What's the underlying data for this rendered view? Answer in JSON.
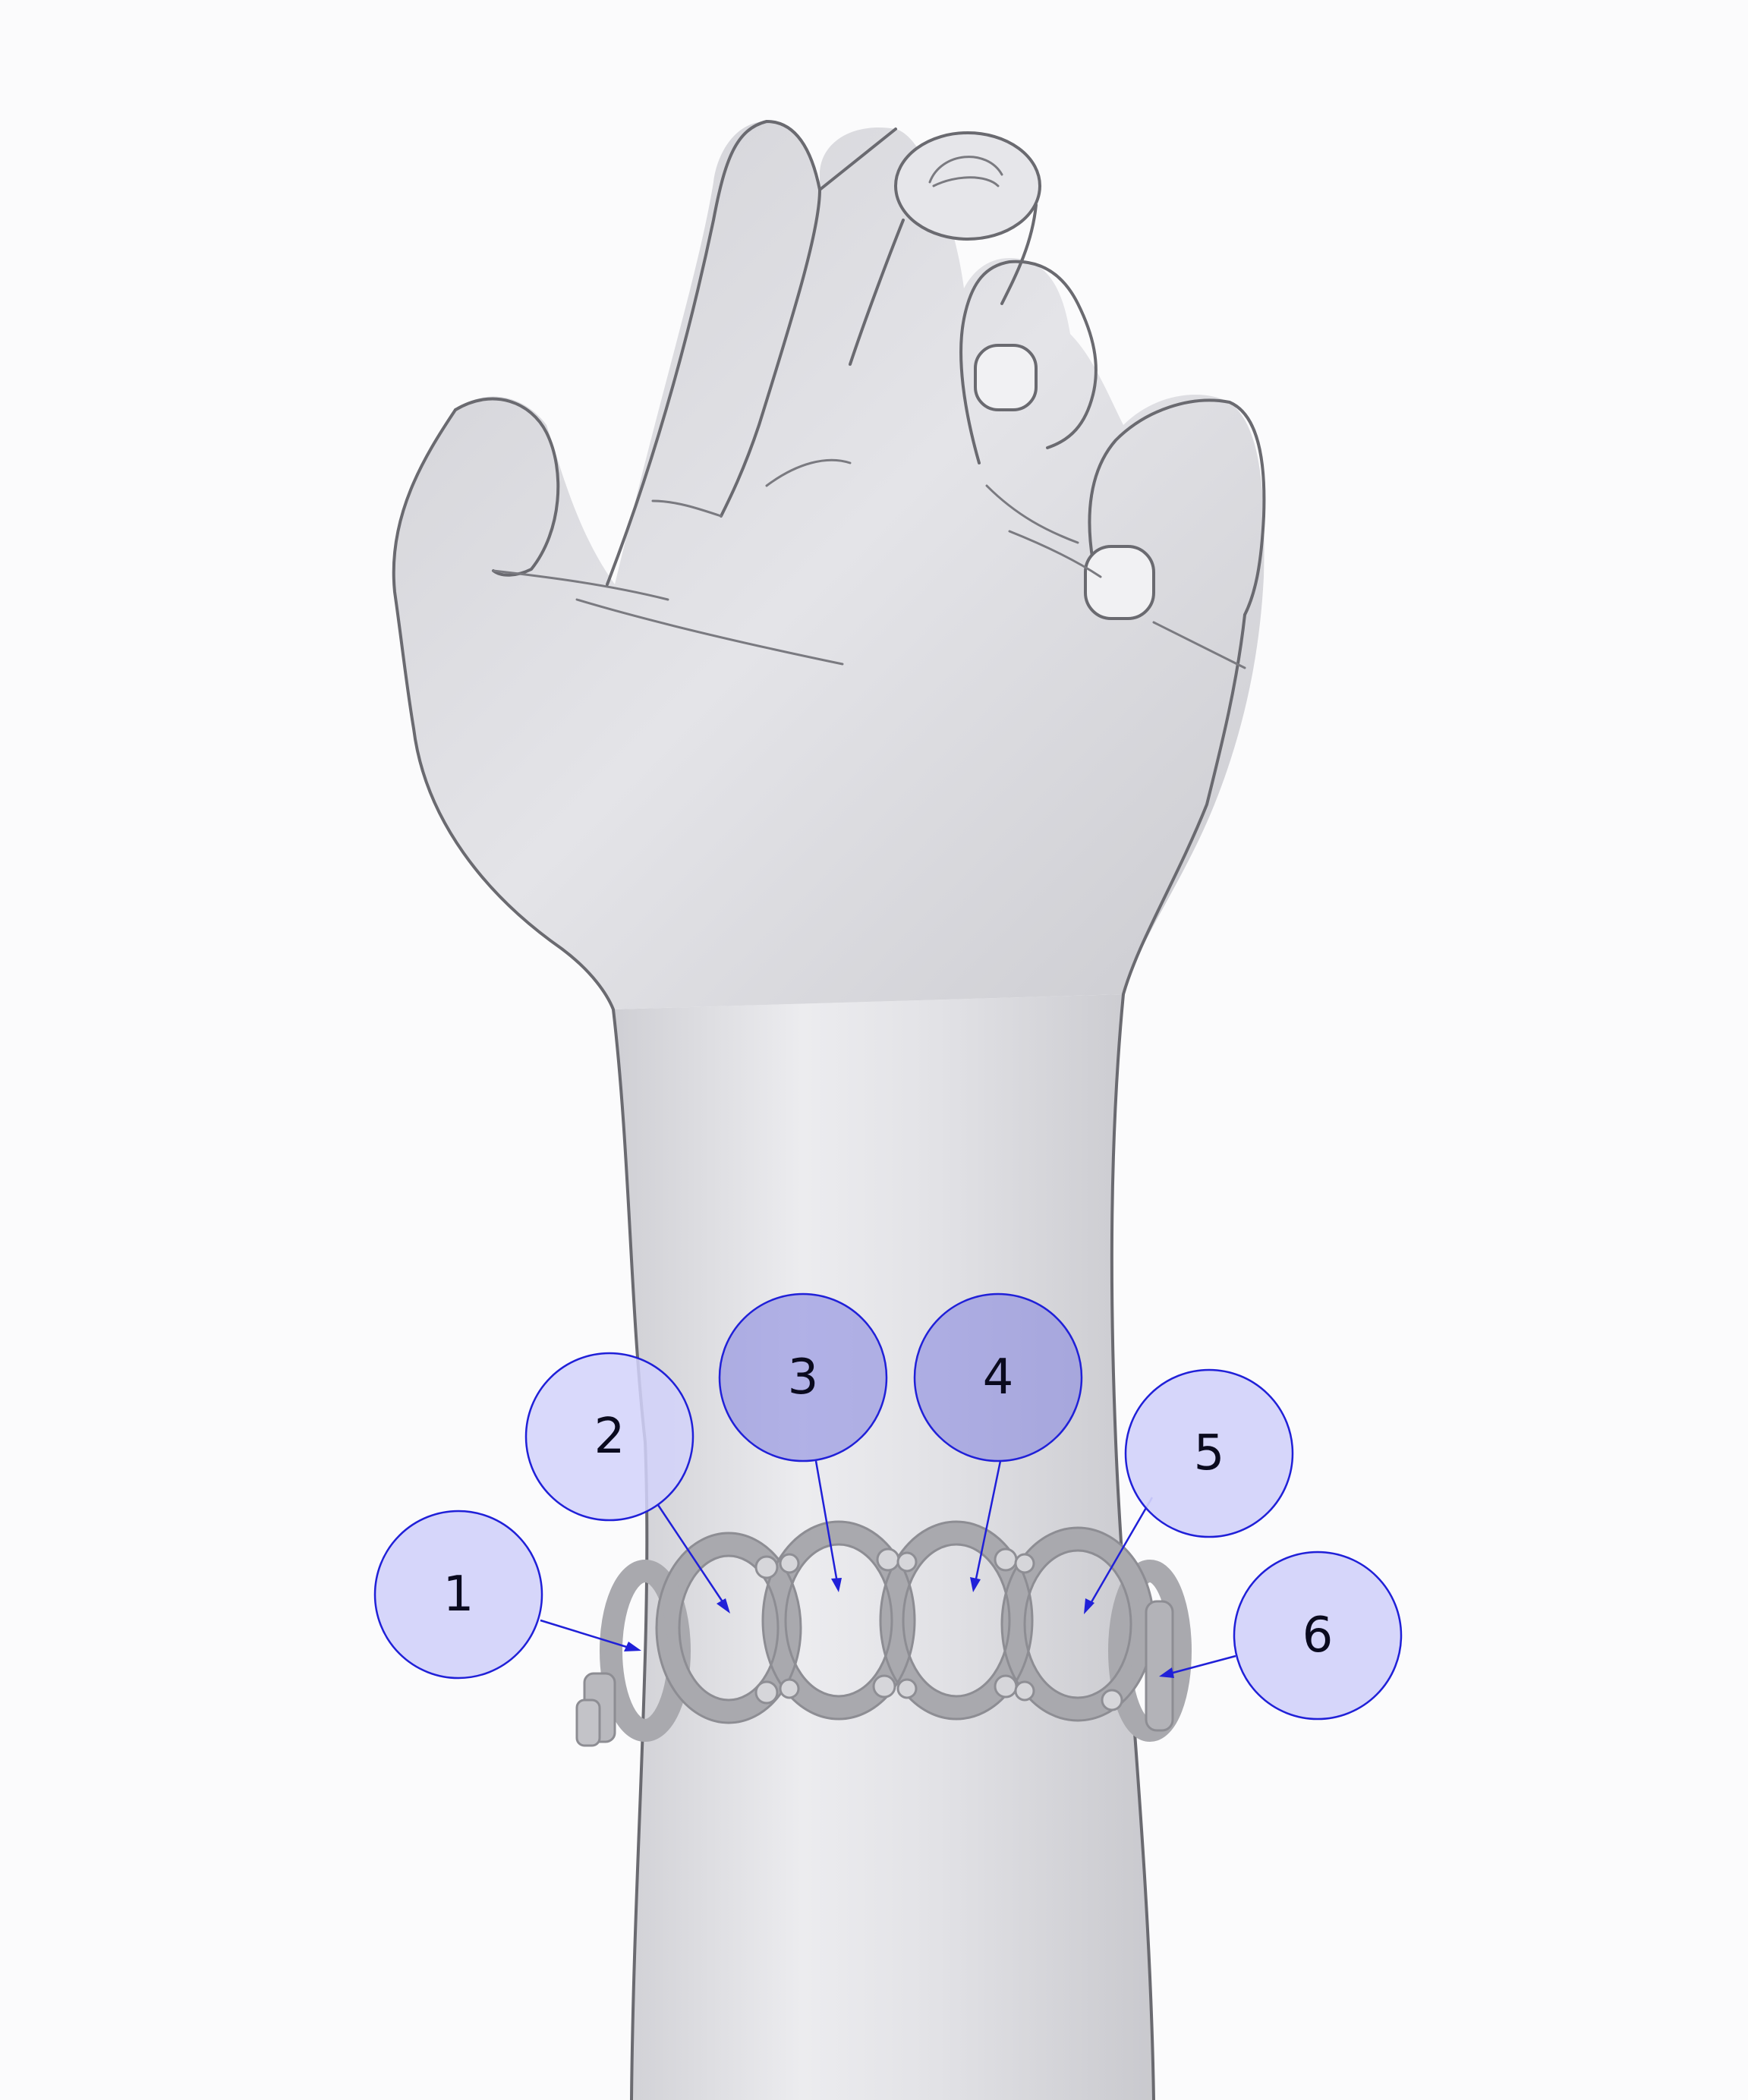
{
  "figure": {
    "subject": "bracelet-on-wrist",
    "colors": {
      "callout_fill_light": "#d2d2fa",
      "callout_fill_dark": "#8c8ce0",
      "callout_stroke": "#2020d8",
      "label_text": "#0a0a1e",
      "skin_shade": "#dcdce0",
      "bracelet": "#a9a9ae"
    }
  },
  "callouts": [
    {
      "label": "1"
    },
    {
      "label": "2"
    },
    {
      "label": "3"
    },
    {
      "label": "4"
    },
    {
      "label": "5"
    },
    {
      "label": "6"
    }
  ]
}
